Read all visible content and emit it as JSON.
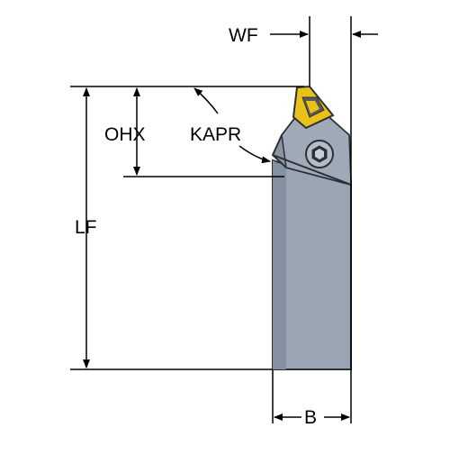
{
  "labels": {
    "wf": "WF",
    "ohx": "OHX",
    "kapr": "KAPR",
    "lf": "LF",
    "b": "B"
  },
  "colors": {
    "line": "#000000",
    "holder_body": "#9aa5b3",
    "holder_shade": "#7f8a99",
    "holder_edge": "#2b2f36",
    "insert_gold": "#e8c21a",
    "insert_dark": "#5a5a5a",
    "background": "#ffffff"
  },
  "icons": {
    "insert_screw": "hex-socket-screw-icon"
  }
}
